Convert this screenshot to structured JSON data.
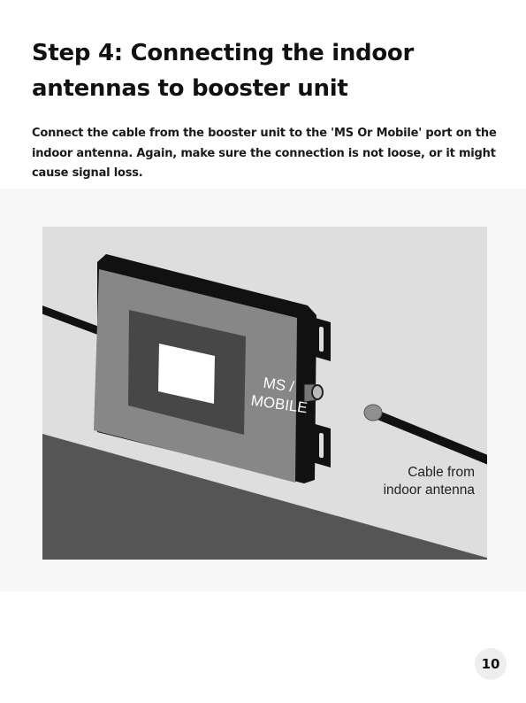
{
  "page": {
    "title": "Step 4: Connecting the indoor antennas to booster unit",
    "instructions": "Connect the cable from the booster unit to the 'MS Or Mobile' port on the indoor antenna. Again, make sure the connection is not loose, or it might cause signal loss.",
    "page_number": "10"
  },
  "illustration": {
    "port_label_line1": "MS /",
    "port_label_line2": "MOBILE",
    "caption_line1": "Cable from",
    "caption_line2": "indoor antenna"
  },
  "colors": {
    "wall": "#dedede",
    "floor": "#555555",
    "booster_body": "#878787",
    "booster_frame": "#111111",
    "screen": "#ffffff",
    "page_number_badge": "#eeeeee"
  }
}
